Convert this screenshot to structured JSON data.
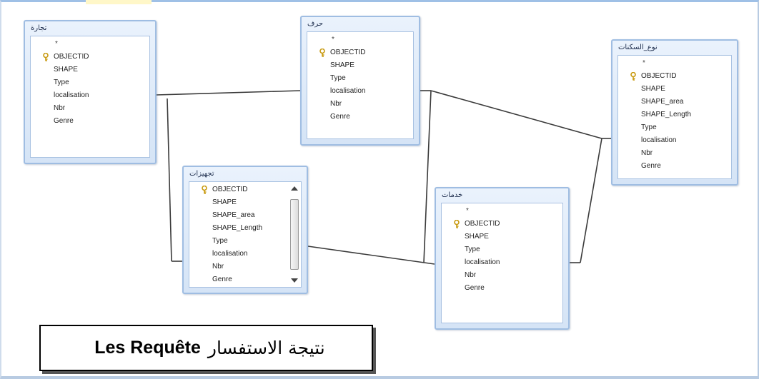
{
  "tables": [
    {
      "id": "t1",
      "title": "تجارة",
      "fields": [
        "*",
        "OBJECTID",
        "SHAPE",
        "Type",
        "localisation",
        "Nbr",
        "Genre"
      ]
    },
    {
      "id": "t2",
      "title": "حرف",
      "fields": [
        "*",
        "OBJECTID",
        "SHAPE",
        "Type",
        "localisation",
        "Nbr",
        "Genre"
      ]
    },
    {
      "id": "t3",
      "title": "نوع_السكنات",
      "fields": [
        "*",
        "OBJECTID",
        "SHAPE",
        "SHAPE_area",
        "SHAPE_Length",
        "Type",
        "localisation",
        "Nbr",
        "Genre"
      ]
    },
    {
      "id": "t4",
      "title": "تجهيزات",
      "fields": [
        "OBJECTID",
        "SHAPE",
        "SHAPE_area",
        "SHAPE_Length",
        "Type",
        "localisation",
        "Nbr",
        "Genre"
      ]
    },
    {
      "id": "t5",
      "title": "خدمات",
      "fields": [
        "*",
        "OBJECTID",
        "SHAPE",
        "Type",
        "localisation",
        "Nbr",
        "Genre"
      ]
    }
  ],
  "caption": {
    "arabic": "نتيجة الاستفسار",
    "latin": "Les Requête"
  },
  "colors": {
    "window_border": "#9fbde2",
    "title_gradient_top": "#eaf2fc",
    "relation_line": "#3a3a3a"
  },
  "icons": {
    "primary_key": "key-icon",
    "scroll": "scrollbar"
  }
}
